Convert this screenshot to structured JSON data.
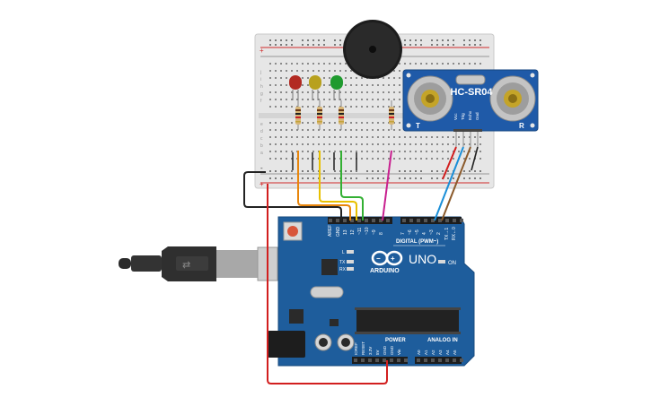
{
  "breadboard": {
    "rail_plus": "+",
    "rail_minus": "-",
    "row_letters_top": [
      "j",
      "i",
      "h",
      "g",
      "f"
    ],
    "row_letters_bottom": [
      "e",
      "d",
      "c",
      "b",
      "a"
    ]
  },
  "sensor": {
    "model": "HC-SR04",
    "left_label": "T",
    "right_label": "R",
    "pins": [
      "Vcc",
      "Trig",
      "Echo",
      "Gnd"
    ]
  },
  "leds": [
    {
      "color": "red",
      "hex": "#b22a22"
    },
    {
      "color": "yellow",
      "hex": "#b8a11e"
    },
    {
      "color": "green",
      "hex": "#1f9a2e"
    }
  ],
  "arduino": {
    "brand": "ARDUINO",
    "model": "UNO",
    "digital_label": "DIGITAL (PWM~)",
    "power_label": "POWER",
    "analog_label": "ANALOG IN",
    "on_label": "ON",
    "l_label": "L",
    "tx_label": "TX",
    "rx_label": "RX",
    "top_pins": [
      "AREF",
      "GND",
      "13",
      "12",
      "~11",
      "~10",
      "~9",
      "8",
      "7",
      "~6",
      "~5",
      "4",
      "~3",
      "2",
      "TX→1",
      "RX←0"
    ],
    "power_pins": [
      "IOREF",
      "RESET",
      "3.3V",
      "5V",
      "GND",
      "GND",
      "Vin"
    ],
    "analog_pins": [
      "A0",
      "A1",
      "A2",
      "A3",
      "A4",
      "A5"
    ]
  },
  "wire_colors": {
    "black": "#222222",
    "red": "#d21f1f",
    "orange": "#e8860c",
    "yellow": "#e8c000",
    "green": "#33b033",
    "magenta": "#c8208f",
    "blue": "#1b8fd8",
    "brown": "#8b5a2b",
    "board": "#1f5a9e"
  }
}
